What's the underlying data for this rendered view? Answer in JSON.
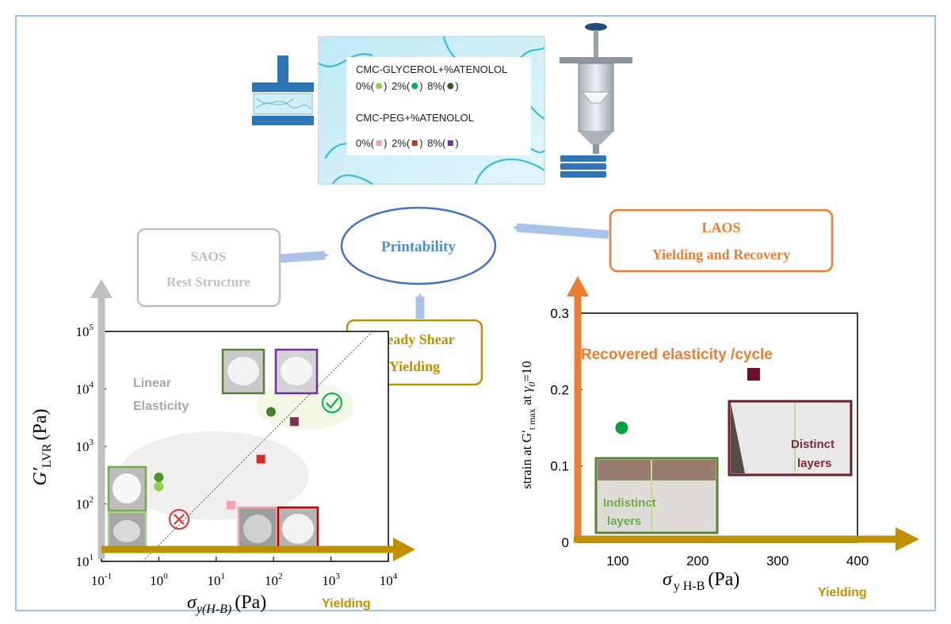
{
  "legend": {
    "glycerol_title": "CMC-GLYCEROL+%ATENOLOL",
    "glycerol_items": [
      {
        "pre": "0%(",
        "color": "#92d050",
        "post": ")"
      },
      {
        "pre": "2%(",
        "color": "#00b050",
        "post": ")"
      },
      {
        "pre": "8%(",
        "color": "#375623",
        "post": ")"
      }
    ],
    "peg_title": "CMC-PEG+%ATENOLOL",
    "peg_items": [
      {
        "pre": "0%(",
        "color": "#f4a3a8",
        "post": ")"
      },
      {
        "pre": "2%(",
        "color": "#c0392b",
        "post": ")"
      },
      {
        "pre": "8%(",
        "color": "#7030a0",
        "post": ")"
      }
    ]
  },
  "center": {
    "label": "Printability"
  },
  "saos": {
    "line1": "SAOS",
    "line2": "Rest Structure"
  },
  "laos": {
    "line1": "LAOS",
    "line2": "Yielding and Recovery"
  },
  "steady": {
    "line1": "Steady Shear",
    "line2": "Yielding"
  },
  "left_chart_text": {
    "ylabel_g": "G′",
    "ylabel_sub": "LVR",
    "ylabel_unit": "(Pa)",
    "region_label_1": "Linear",
    "region_label_2": "Elasticity",
    "xlabel_sigma": "σ",
    "xlabel_sub": "y(H-B)",
    "xlabel_unit": "(Pa)",
    "x_arrow_label": "Yielding"
  },
  "right_chart_text": {
    "ylabel": "strain at G′",
    "ylabel_sub": "t max",
    "ylabel_mid": " at ",
    "ylabel_gamma": "γ",
    "ylabel_gamma_sub": "0",
    "ylabel_end": "=10",
    "annotation": "Recovered elasticity /cycle",
    "inset_1_line1": "Indistinct",
    "inset_1_line2": "layers",
    "inset_2_line1": "Distinct",
    "inset_2_line2": "layers",
    "xlabel_sigma": "σ",
    "xlabel_sub": "y H-B",
    "xlabel_unit": "(Pa)",
    "x_arrow_label": "Yielding"
  },
  "colors": {
    "accent_blue": "#4472c4",
    "saos_gray": "#bfbfbf",
    "laos_orange": "#ed7d31",
    "steady_gold": "#bf9000",
    "arrow_gold": "#bf9000",
    "arrow_light_blue": "#a9c4e8"
  },
  "chart_data": [
    {
      "type": "scatter",
      "xscale": "log",
      "yscale": "log",
      "xlim": [
        0.1,
        10000
      ],
      "ylim": [
        10,
        100000
      ],
      "xticks": [
        "10^-1",
        "10^0",
        "10^1",
        "10^2",
        "10^3",
        "10^4"
      ],
      "yticks": [
        "10^1",
        "10^2",
        "10^3",
        "10^4",
        "10^5"
      ],
      "series": [
        {
          "marker": "circle",
          "color": "#92d050",
          "x": 1.0,
          "y": 200
        },
        {
          "marker": "circle",
          "color": "#4e9a1e",
          "x": 1.0,
          "y": 290
        },
        {
          "marker": "circle",
          "color": "#4a7a2a",
          "x": 90,
          "y": 4000
        },
        {
          "marker": "square",
          "color": "#f4a3a8",
          "x": 18,
          "y": 95
        },
        {
          "marker": "square",
          "color": "#d62c2c",
          "x": 60,
          "y": 600
        },
        {
          "marker": "square",
          "color": "#7f3050",
          "x": 230,
          "y": 2700
        }
      ],
      "annotations": [
        "Linear Elasticity",
        "Yielding"
      ]
    },
    {
      "type": "scatter",
      "xlim": [
        50,
        400
      ],
      "ylim": [
        0,
        0.3
      ],
      "xticks": [
        "100",
        "200",
        "300",
        "400"
      ],
      "yticks": [
        "0",
        "0.1",
        "0.2",
        "0.3"
      ],
      "series": [
        {
          "marker": "circle",
          "color": "#00a040",
          "x": 105,
          "y": 0.15
        },
        {
          "marker": "square",
          "color": "#6b1030",
          "x": 270,
          "y": 0.22
        }
      ],
      "annotations": [
        "Recovered elasticity /cycle",
        "Indistinct layers",
        "Distinct layers",
        "Yielding"
      ]
    }
  ]
}
